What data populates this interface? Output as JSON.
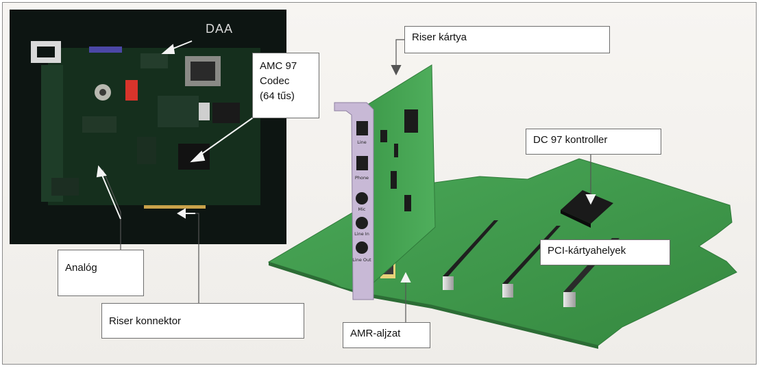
{
  "diagram": {
    "photo_label": "DAA",
    "callouts": {
      "riser_kartya": "Riser kártya",
      "amc_codec_line1": "AMC 97",
      "amc_codec_line2": "Codec",
      "amc_codec_line3": "(64 tűs)",
      "dc97_kontroller": "DC 97 kontroller",
      "pci_kartyahelyek": "PCI-kártyahelyek",
      "analog": "Analóg",
      "riser_konnektor": "Riser konnektor",
      "amr_aljzat": "AMR-aljzat"
    },
    "bracket_ports": [
      "Line",
      "Phone",
      "Mic",
      "Line In",
      "Line Out"
    ],
    "colors": {
      "board_green": "#3f9a4e",
      "photo_bg": "#0d1512",
      "bracket": "#c8b9d6",
      "callout_border": "#6e6e6e"
    }
  }
}
